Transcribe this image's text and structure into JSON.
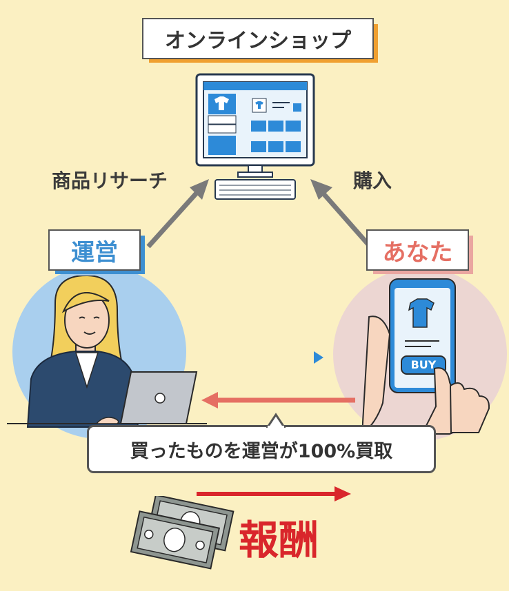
{
  "shop": {
    "title": "オンラインショップ"
  },
  "labels": {
    "research": "商品リサーチ",
    "purchase": "購入",
    "operator": "運営",
    "you": "あなた",
    "buyback": "買ったものを運営が100%買取",
    "reward": "報酬"
  },
  "phone": {
    "buy_button": "BUY"
  },
  "colors": {
    "background": "#fbf0c2",
    "orange_accent": "#f0a030",
    "operator_blue": "#3d8fd1",
    "you_coral": "#e56f63",
    "reward_red": "#d9262b",
    "gray_arrow": "#7a7a7a"
  }
}
